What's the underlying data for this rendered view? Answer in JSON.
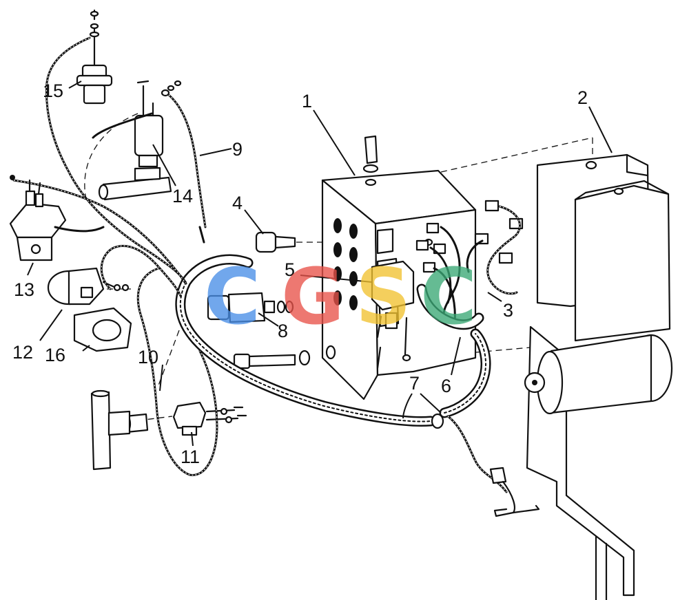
{
  "figure": {
    "callouts": [
      {
        "id": "1",
        "label": "1"
      },
      {
        "id": "2",
        "label": "2"
      },
      {
        "id": "3",
        "label": "3"
      },
      {
        "id": "4",
        "label": "4"
      },
      {
        "id": "5",
        "label": "5"
      },
      {
        "id": "6",
        "label": "6"
      },
      {
        "id": "7",
        "label": "7"
      },
      {
        "id": "8",
        "label": "8"
      },
      {
        "id": "9",
        "label": "9"
      },
      {
        "id": "10",
        "label": "10"
      },
      {
        "id": "11",
        "label": "11"
      },
      {
        "id": "12",
        "label": "12"
      },
      {
        "id": "13",
        "label": "13"
      },
      {
        "id": "14",
        "label": "14"
      },
      {
        "id": "15",
        "label": "15"
      },
      {
        "id": "16",
        "label": "16"
      }
    ]
  },
  "watermark": {
    "letters": [
      "C",
      "G",
      "S",
      "C"
    ],
    "colors": [
      "#4a8fe7",
      "#e8534a",
      "#f2c230",
      "#3aa875"
    ]
  }
}
